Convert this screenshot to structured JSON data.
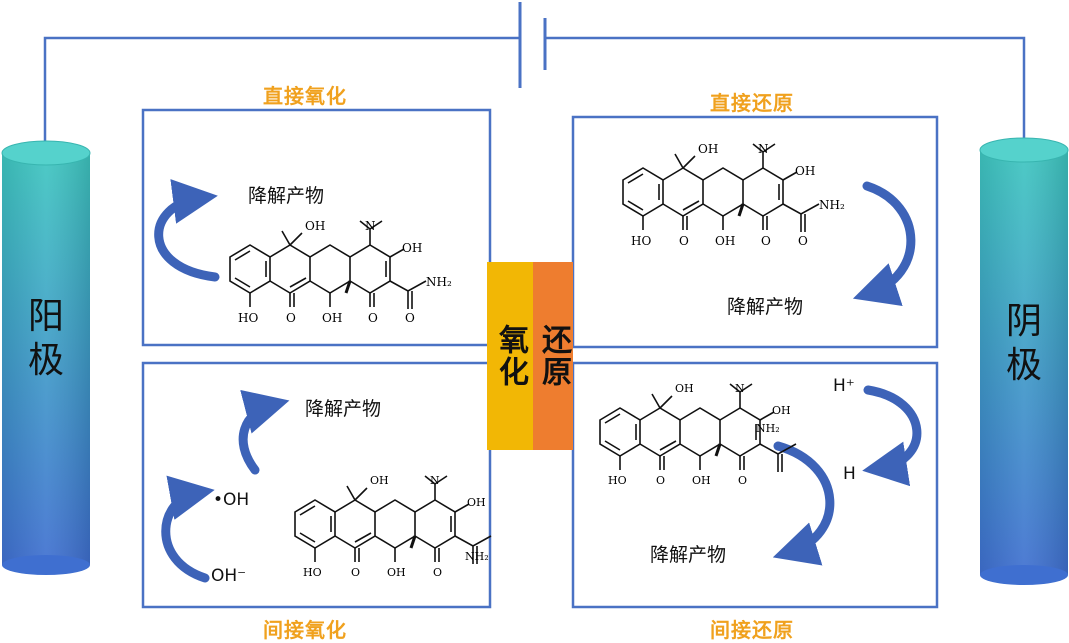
{
  "anode": {
    "label": "阳极"
  },
  "cathode": {
    "label": "阴极"
  },
  "middle": {
    "oxidation": "氧化",
    "reduction": "还原"
  },
  "quadrants": {
    "direct_oxidation": {
      "title": "直接氧化",
      "product": "降解产物"
    },
    "direct_reduction": {
      "title": "直接还原",
      "product": "降解产物"
    },
    "indirect_oxidation": {
      "title": "间接氧化",
      "product": "降解产物",
      "radical": "•OH",
      "anion": "OH⁻"
    },
    "indirect_reduction": {
      "title": "间接还原",
      "product": "降解产物",
      "h_plus": "H⁺",
      "h_atom": "H"
    }
  },
  "molecule": {
    "labels": {
      "ho": "HO",
      "oh": "OH",
      "o": "O",
      "nh2": "NH₂",
      "n": "N"
    }
  },
  "colors": {
    "frame": "#4a72c4",
    "wire": "#4a72c4",
    "title": "#f0a11e",
    "oxidation_band": "#f2b705",
    "reduction_band": "#ee7d2f",
    "arrow": "#3d63b8",
    "electrode_top": "#3ec6c0",
    "electrode_bottom": "#3f6fd0"
  }
}
